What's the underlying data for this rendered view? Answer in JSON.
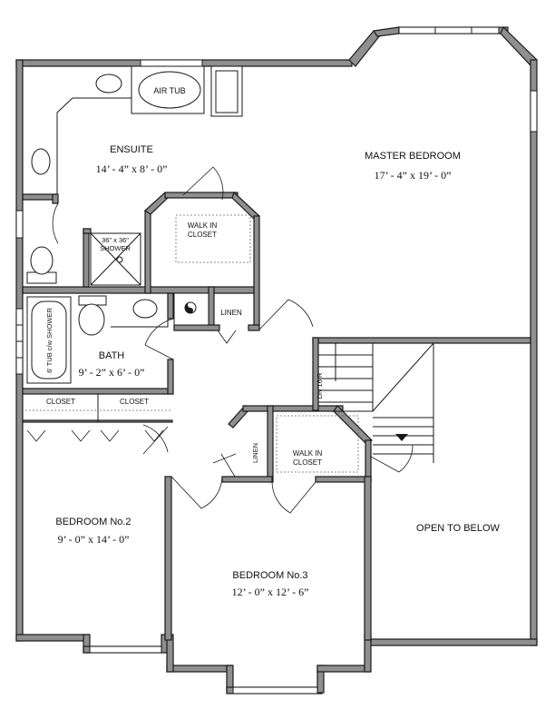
{
  "rooms": {
    "ensuite": {
      "name": "ENSUITE",
      "size": "14’ - 4” x 8’ - 0”"
    },
    "master": {
      "name": "MASTER BEDROOM",
      "size": "17’ - 4” x 19’ - 0”"
    },
    "bath": {
      "name": "BATH",
      "size": "9’ - 2” x 6’ - 0”"
    },
    "bedroom2": {
      "name": "BEDROOM No.2",
      "size": "9’ - 0” x 14’ - 0”"
    },
    "bedroom3": {
      "name": "BEDROOM No.3",
      "size": "12’ - 0” x 12’ - 6”"
    },
    "open": {
      "name": "OPEN TO BELOW"
    }
  },
  "labels": {
    "air_tub": "AIR TUB",
    "shower_a": "36\" x 36\"",
    "shower_b": "SHOWER",
    "walkin1_a": "WALK IN",
    "walkin1_b": "CLOSET",
    "walkin2_a": "WALK IN",
    "walkin2_b": "CLOSET",
    "linen1": "LINEN",
    "linen2": "LINEN",
    "tub": "6' TUB c/w SHOWER",
    "closet1": "CLOSET",
    "closet2": "CLOSET",
    "stairs": "DN 16 R"
  }
}
